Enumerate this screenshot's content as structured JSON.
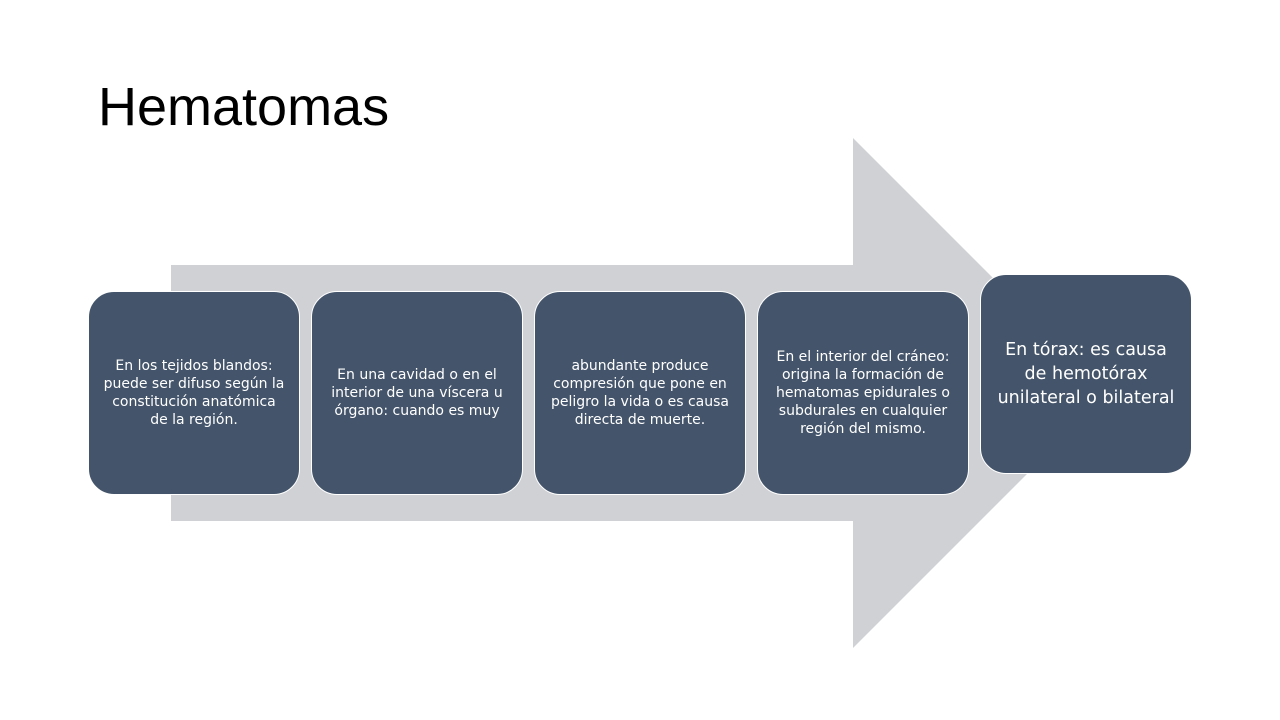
{
  "slide": {
    "title": "Hematomas",
    "arrow_color": "#d0d1d5",
    "box_color": "#44546a",
    "steps": [
      {
        "text": "En los tejidos blandos: puede ser difuso según la constitución anatómica de la región."
      },
      {
        "text": "En una cavidad o en el interior de una víscera u órgano: cuando es muy"
      },
      {
        "text": "abundante produce compresión que pone en peligro la vida o es causa directa de muerte."
      },
      {
        "text": "En el interior del cráneo: origina la formación de hematomas epidurales o subdurales en cualquier región del mismo."
      },
      {
        "text": "En tórax: es causa de hemotórax unilateral o bilateral"
      }
    ]
  }
}
